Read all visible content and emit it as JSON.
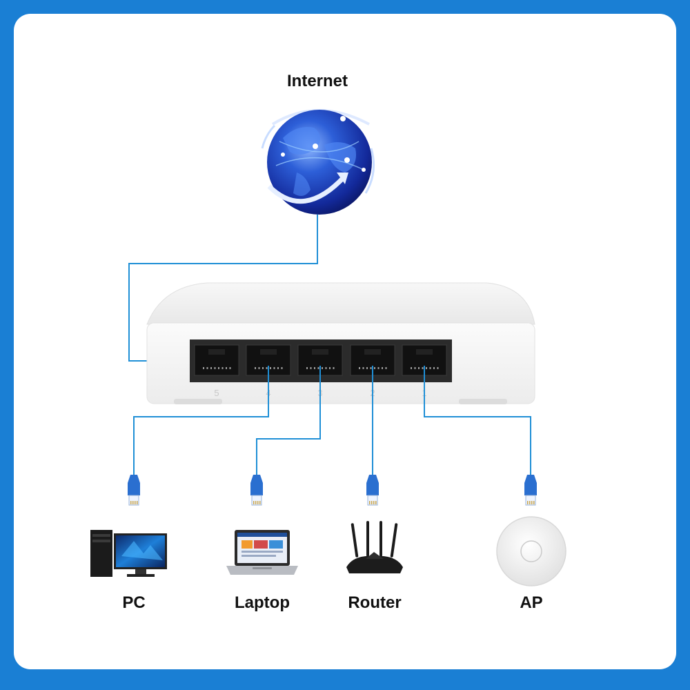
{
  "diagram": {
    "internet_label": "Internet",
    "devices": [
      {
        "id": "pc",
        "label": "PC",
        "icon": "desktop-pc-icon"
      },
      {
        "id": "laptop",
        "label": "Laptop",
        "icon": "laptop-icon"
      },
      {
        "id": "router",
        "label": "Router",
        "icon": "wifi-router-icon"
      },
      {
        "id": "ap",
        "label": "AP",
        "icon": "access-point-icon"
      }
    ],
    "switch": {
      "port_numbers": [
        "5",
        "4",
        "3",
        "2",
        "1"
      ]
    },
    "colors": {
      "frame": "#1a7fd4",
      "cable": "#1f8fd6",
      "connector": "#2a6fd0",
      "globe": "#1d3fb0"
    }
  }
}
